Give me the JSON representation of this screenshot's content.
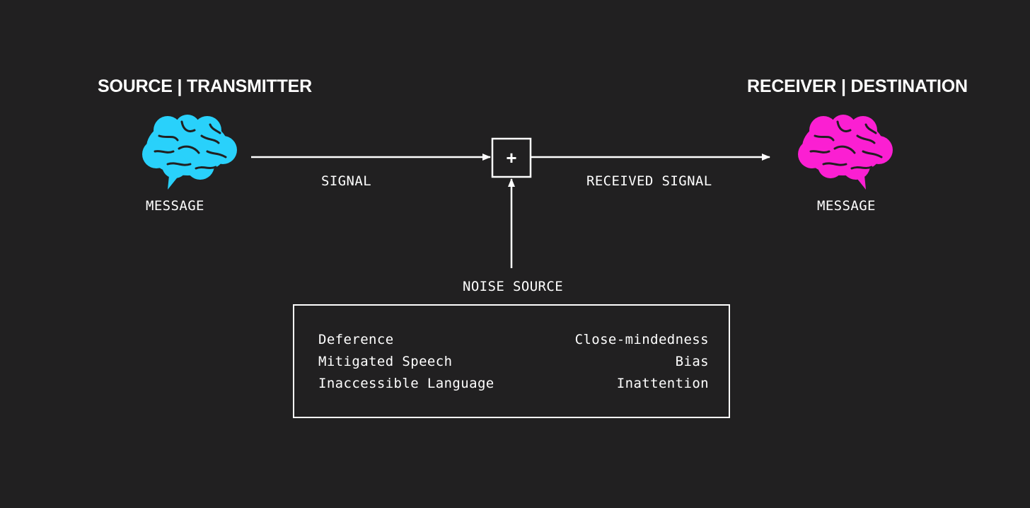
{
  "source": {
    "title": "SOURCE | TRANSMITTER",
    "label": "MESSAGE",
    "brain_color": "#29d1fb",
    "icon": "brain-icon"
  },
  "receiver": {
    "title": "RECEIVER | DESTINATION",
    "label": "MESSAGE",
    "brain_color": "#fb1fd2",
    "icon": "brain-icon"
  },
  "channel": {
    "signal_label": "SIGNAL",
    "received_label": "RECEIVED SIGNAL",
    "adder_symbol": "+"
  },
  "noise": {
    "label": "NOISE SOURCE",
    "left_items": [
      "Deference",
      "Mitigated Speech",
      "Inaccessible Language"
    ],
    "right_items": [
      "Close-mindedness",
      "Bias",
      "Inattention"
    ]
  }
}
